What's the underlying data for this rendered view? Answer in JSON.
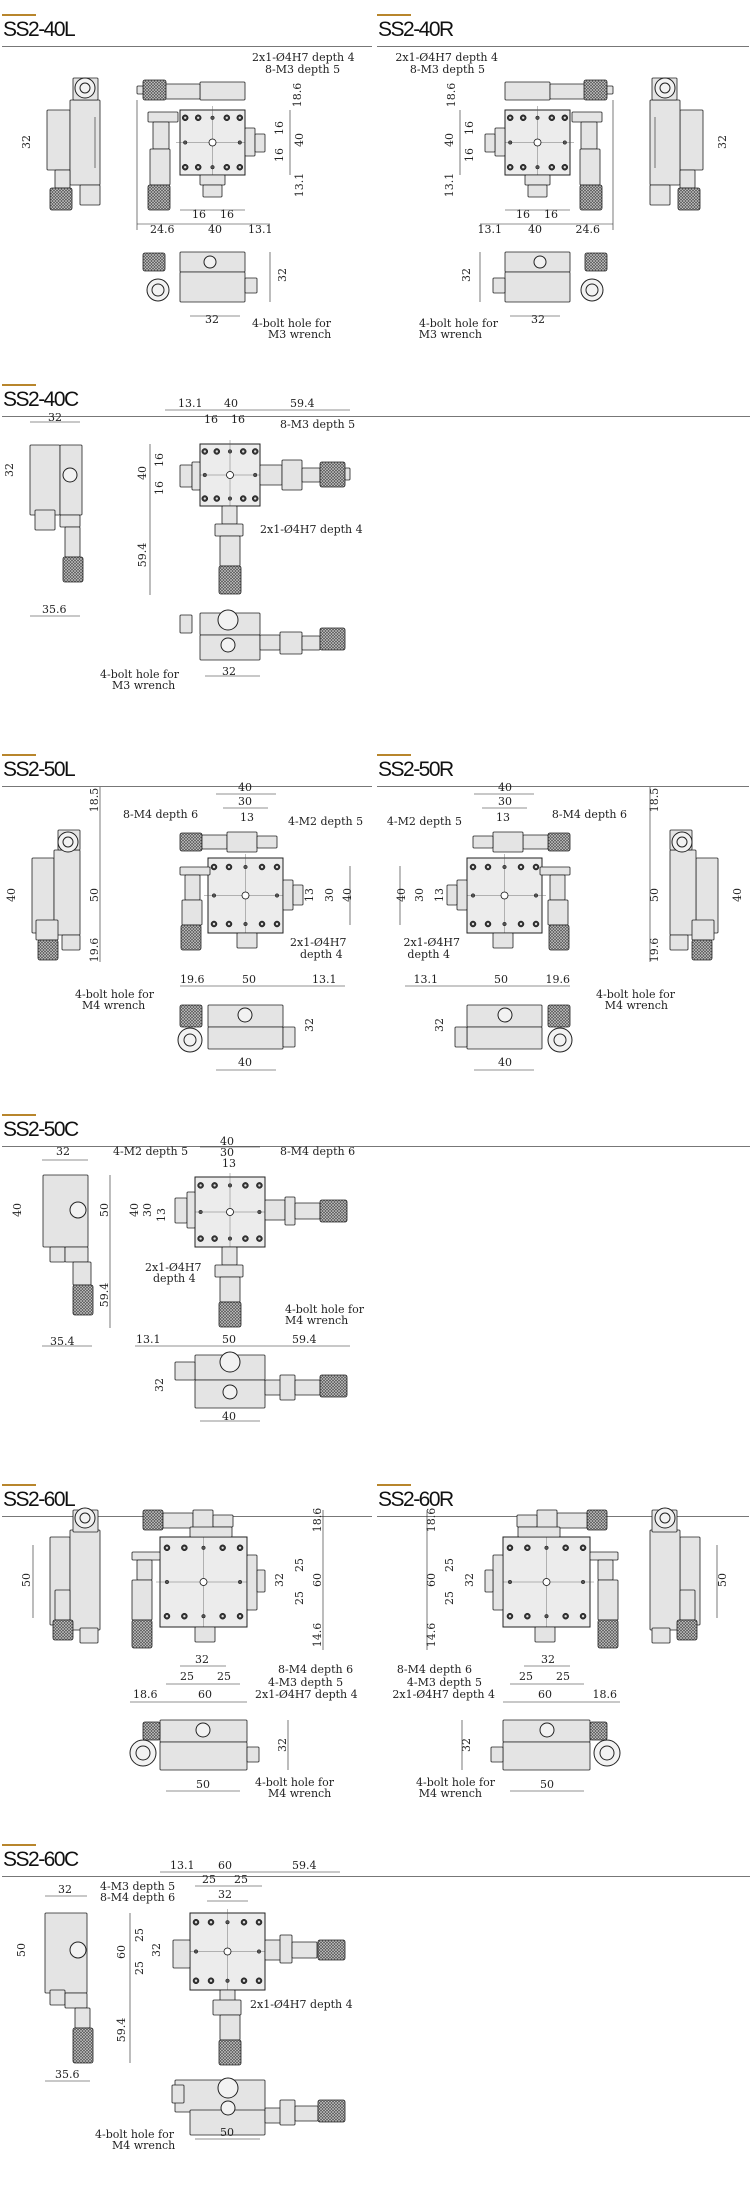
{
  "colors": {
    "accent": "#b8862c",
    "rule": "#777777",
    "line": "#222222",
    "fill": "#e4e4e4"
  },
  "sections": [
    {
      "title": "SS2-40L",
      "labels": [
        "32",
        "2x1-Ø4H7 depth 4",
        "8-M3 depth 5",
        "18.6",
        "16",
        "16",
        "40",
        "13.1",
        "16",
        "16",
        "24.6",
        "40",
        "13.1",
        "32",
        "32",
        "4-bolt hole for",
        "M3 wrench"
      ]
    },
    {
      "title": "SS2-40R",
      "labels": [
        "32",
        "2x1-Ø4H7 depth 4",
        "8-M3 depth 5",
        "18.6",
        "16",
        "16",
        "40",
        "13.1",
        "16",
        "16",
        "24.6",
        "40",
        "13.1",
        "32",
        "32",
        "4-bolt hole for",
        "M3 wrench"
      ]
    },
    {
      "title": "SS2-40C",
      "labels": [
        "32",
        "32",
        "35.6",
        "13.1",
        "40",
        "59.4",
        "16",
        "16",
        "8-M3 depth 5",
        "16",
        "16",
        "40",
        "59.4",
        "2x1-Ø4H7 depth 4",
        "32",
        "4-bolt hole for",
        "M3 wrench"
      ]
    },
    {
      "title": "SS2-50L",
      "labels": [
        "18.5",
        "40",
        "50",
        "19.6",
        "40",
        "30",
        "13",
        "8-M4 depth 6",
        "4-M2 depth 5",
        "13",
        "30",
        "40",
        "2x1-Ø4H7",
        "depth 4",
        "19.6",
        "50",
        "13.1",
        "4-bolt hole for",
        "M4 wrench",
        "32",
        "40"
      ]
    },
    {
      "title": "SS2-50R",
      "labels": [
        "18.5",
        "40",
        "50",
        "19.6",
        "40",
        "30",
        "13",
        "8-M4 depth 6",
        "4-M2 depth 5",
        "13",
        "30",
        "40",
        "2x1-Ø4H7",
        "depth 4",
        "19.6",
        "50",
        "13.1",
        "4-bolt hole for",
        "M4 wrench",
        "32",
        "40"
      ]
    },
    {
      "title": "SS2-50C",
      "labels": [
        "32",
        "40",
        "50",
        "59.4",
        "35.4",
        "40",
        "4-M2 depth 5",
        "30",
        "13",
        "8-M4 depth 6",
        "40",
        "30",
        "13",
        "2x1-Ø4H7",
        "depth 4",
        "4-bolt hole for",
        "M4 wrench",
        "13.1",
        "50",
        "59.4",
        "32",
        "40"
      ]
    },
    {
      "title": "SS2-60L",
      "labels": [
        "50",
        "18.6",
        "25",
        "32",
        "60",
        "25",
        "14.6",
        "32",
        "25",
        "25",
        "18.6",
        "60",
        "8-M4 depth 6",
        "4-M3 depth 5",
        "2x1-Ø4H7 depth 4",
        "32",
        "50",
        "4-bolt hole for",
        "M4 wrench"
      ]
    },
    {
      "title": "SS2-60R",
      "labels": [
        "50",
        "18.6",
        "25",
        "32",
        "60",
        "25",
        "14.6",
        "32",
        "25",
        "25",
        "18.6",
        "60",
        "8-M4 depth 6",
        "4-M3 depth 5",
        "2x1-Ø4H7 depth 4",
        "32",
        "50",
        "4-bolt hole for",
        "M4 wrench"
      ]
    },
    {
      "title": "SS2-60C",
      "labels": [
        "32",
        "50",
        "35.6",
        "13.1",
        "60",
        "59.4",
        "25",
        "25",
        "32",
        "4-M3 depth 5",
        "8-M4 depth 6",
        "60",
        "25",
        "32",
        "25",
        "59.4",
        "2x1-Ø4H7 depth 4",
        "50",
        "4-bolt hole for",
        "M4 wrench"
      ]
    }
  ]
}
